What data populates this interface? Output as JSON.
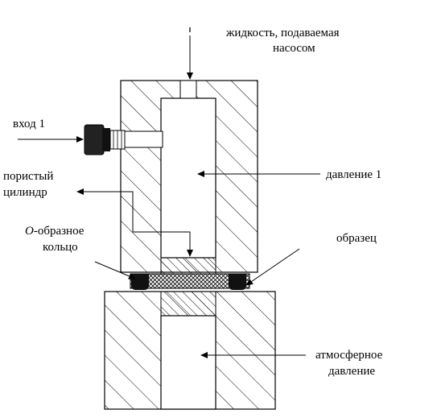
{
  "labels": {
    "pump_fluid_line1": "жидкость, подаваемая",
    "pump_fluid_line2": "насосом",
    "inlet": "вход 1",
    "porous_line1": "пористый",
    "porous_line2": "цилиндр",
    "oring_prefix": "O",
    "oring_line1_rest": "-образное",
    "oring_line2": "кольцо",
    "pressure1": "давление 1",
    "sample": "образец",
    "atm_line1": "атмосферное",
    "atm_line2": "давление"
  },
  "colors": {
    "ink": "#000000",
    "background": "#ffffff",
    "seal": "#111111",
    "sample_fill": "#9a9a9a"
  }
}
